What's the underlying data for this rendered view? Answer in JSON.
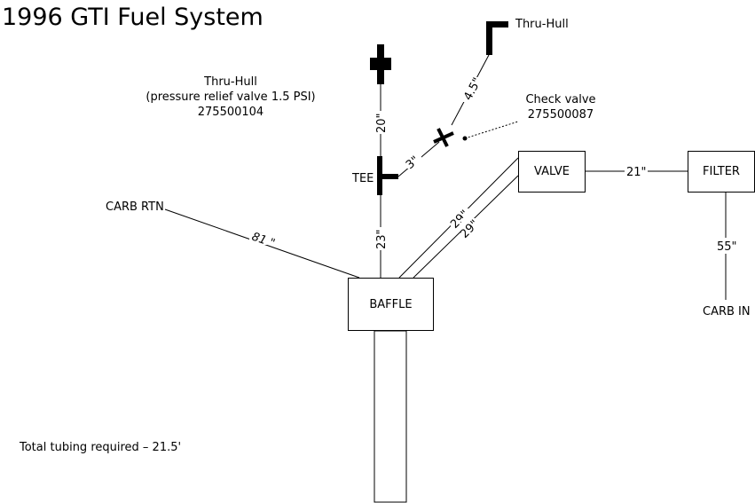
{
  "title": "1996 GTI Fuel System",
  "labels": {
    "thru_hull_top": "Thru-Hull",
    "thru_hull_relief_line1": "Thru-Hull",
    "thru_hull_relief_line2": "(pressure relief valve 1.5 PSI)",
    "thru_hull_relief_line3": "275500104",
    "check_valve_line1": "Check valve",
    "check_valve_line2": "275500087",
    "tee": "TEE",
    "carb_rtn": "CARB RTN",
    "carb_in": "CARB IN"
  },
  "boxes": {
    "valve": "VALVE",
    "filter": "FILTER",
    "baffle": "BAFFLE"
  },
  "lengths": {
    "relief_to_tee": "20\"",
    "tee_to_baffle": "23\"",
    "tee_to_check": "3\"",
    "check_to_thru_hull": "4.5\"",
    "carb_rtn_line": "81 \"",
    "baffle_to_valve_a": "29\"",
    "baffle_to_valve_b": "29\"",
    "valve_to_filter": "21\"",
    "filter_to_carb_in": "55\""
  },
  "footer": "Total tubing required – 21.5'"
}
